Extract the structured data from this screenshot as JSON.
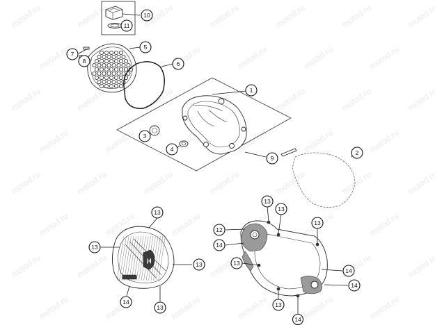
{
  "watermark": "motod.ru",
  "callouts": [
    {
      "id": "c10a",
      "label": "10"
    },
    {
      "id": "c11",
      "label": "11"
    },
    {
      "id": "c5",
      "label": "5"
    },
    {
      "id": "c7",
      "label": "7"
    },
    {
      "id": "c8",
      "label": "8"
    },
    {
      "id": "c6",
      "label": "6"
    },
    {
      "id": "c1",
      "label": "1"
    },
    {
      "id": "c3",
      "label": "3"
    },
    {
      "id": "c4",
      "label": "4"
    },
    {
      "id": "c9",
      "label": "9"
    },
    {
      "id": "c2",
      "label": "2"
    },
    {
      "id": "c13a",
      "label": "13"
    },
    {
      "id": "c13b",
      "label": "13"
    },
    {
      "id": "c13c",
      "label": "13"
    },
    {
      "id": "c14a",
      "label": "14"
    },
    {
      "id": "c13d",
      "label": "13"
    },
    {
      "id": "c13e",
      "label": "13"
    },
    {
      "id": "c13f",
      "label": "13"
    },
    {
      "id": "c12",
      "label": "12"
    },
    {
      "id": "c13g",
      "label": "13"
    },
    {
      "id": "c14b",
      "label": "14"
    },
    {
      "id": "c13h",
      "label": "13"
    },
    {
      "id": "c14c",
      "label": "14"
    },
    {
      "id": "c14d",
      "label": "14"
    },
    {
      "id": "c13i",
      "label": "13"
    },
    {
      "id": "c14e",
      "label": "14"
    }
  ]
}
